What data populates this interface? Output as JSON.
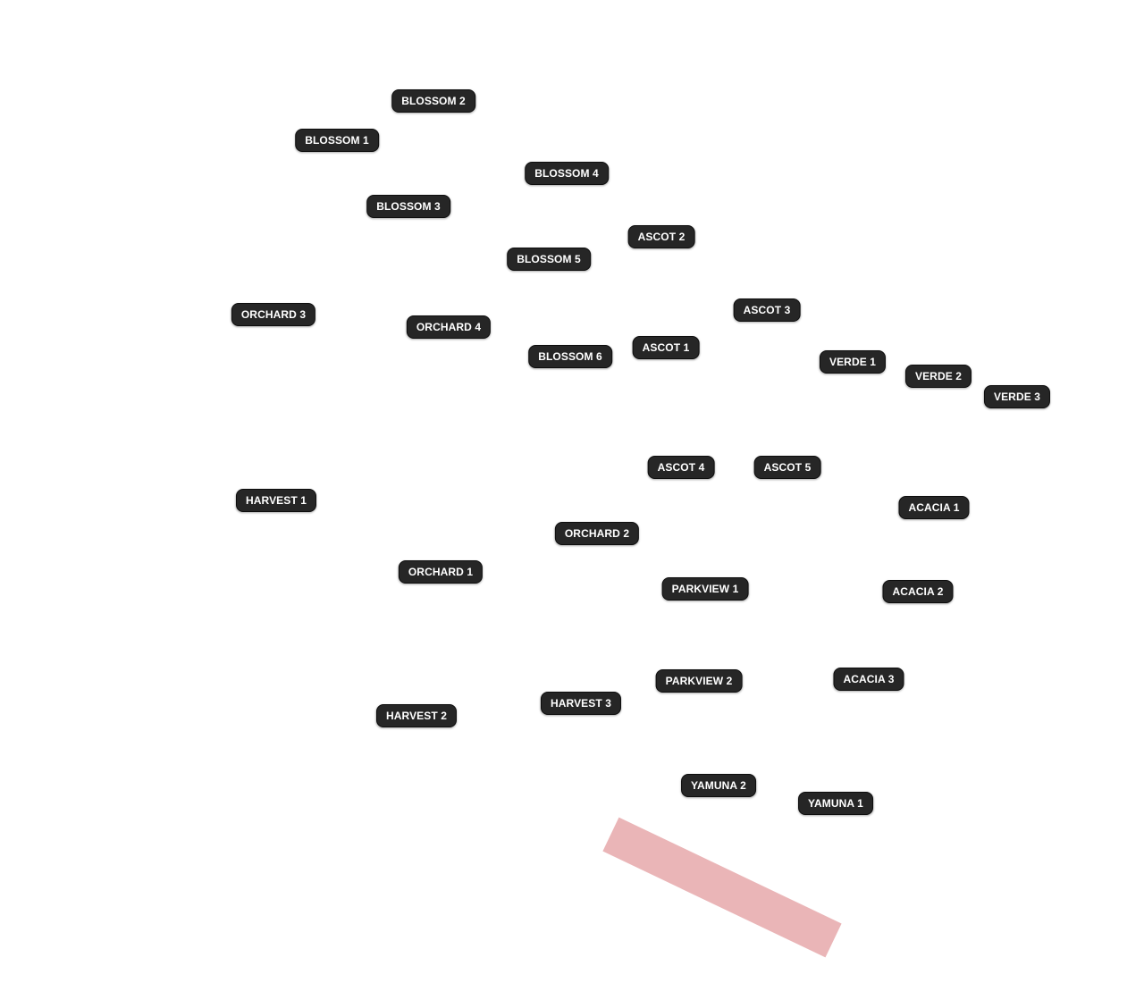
{
  "map": {
    "background": "#ffffff",
    "pin_color": "#262626",
    "pin_text_color": "#ffffff",
    "feature_color": "#e6a8aa"
  },
  "labels": {
    "blossom_2": "BLOSSOM 2",
    "blossom_1": "BLOSSOM 1",
    "blossom_4": "BLOSSOM 4",
    "blossom_3": "BLOSSOM 3",
    "ascot_2": "ASCOT 2",
    "blossom_5": "BLOSSOM 5",
    "orchard_3": "ORCHARD 3",
    "orchard_4": "ORCHARD 4",
    "ascot_3": "ASCOT 3",
    "blossom_6": "BLOSSOM 6",
    "ascot_1": "ASCOT 1",
    "verde_1": "VERDE 1",
    "verde_2": "VERDE 2",
    "verde_3": "VERDE 3",
    "ascot_4": "ASCOT 4",
    "ascot_5": "ASCOT 5",
    "harvest_1": "HARVEST 1",
    "acacia_1": "ACACIA 1",
    "orchard_2": "ORCHARD 2",
    "orchard_1": "ORCHARD 1",
    "parkview_1": "PARKVIEW 1",
    "acacia_2": "ACACIA 2",
    "parkview_2": "PARKVIEW 2",
    "acacia_3": "ACACIA 3",
    "harvest_3": "HARVEST 3",
    "harvest_2": "HARVEST 2",
    "yamuna_2": "YAMUNA 2",
    "yamuna_1": "YAMUNA 1"
  }
}
